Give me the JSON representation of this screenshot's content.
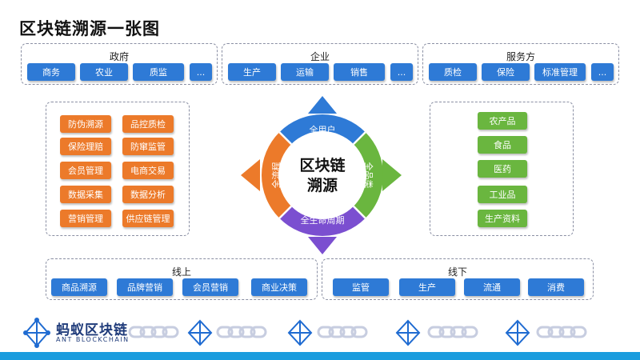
{
  "title": "区块链溯源一张图",
  "top_groups": [
    {
      "label": "政府",
      "items": [
        "商务",
        "农业",
        "质监",
        "..."
      ]
    },
    {
      "label": "企业",
      "items": [
        "生产",
        "运输",
        "销售",
        "..."
      ]
    },
    {
      "label": "服务方",
      "items": [
        "质检",
        "保险",
        "标准管理",
        "..."
      ]
    }
  ],
  "left_group": {
    "rows": [
      [
        "防伪溯源",
        "品控质检"
      ],
      [
        "保险理赔",
        "防窜监管"
      ],
      [
        "会员管理",
        "电商交易"
      ],
      [
        "数据采集",
        "数据分析"
      ],
      [
        "营销管理",
        "供应链管理"
      ]
    ]
  },
  "right_group": {
    "items": [
      "农产品",
      "食品",
      "医药",
      "工业品",
      "生产资料"
    ]
  },
  "center": {
    "line1": "区块链",
    "line2": "溯源",
    "segments": {
      "top": "全用户",
      "right": "全品类",
      "bottom": "全生命周期",
      "left": "全流程"
    }
  },
  "bottom_groups": [
    {
      "label": "线上",
      "items": [
        "商品溯源",
        "品牌营销",
        "会员营销",
        "商业决策"
      ]
    },
    {
      "label": "线下",
      "items": [
        "监管",
        "生产",
        "流通",
        "消费"
      ]
    }
  ],
  "logo": {
    "name": "蚂蚁区块链",
    "subtitle": "ANT BLOCKCHAIN"
  },
  "colors": {
    "blue": "#2e7ad6",
    "orange": "#ec7a2a",
    "green": "#6ab63f",
    "purple": "#7b4fd0",
    "footer": "#1a9cde"
  }
}
